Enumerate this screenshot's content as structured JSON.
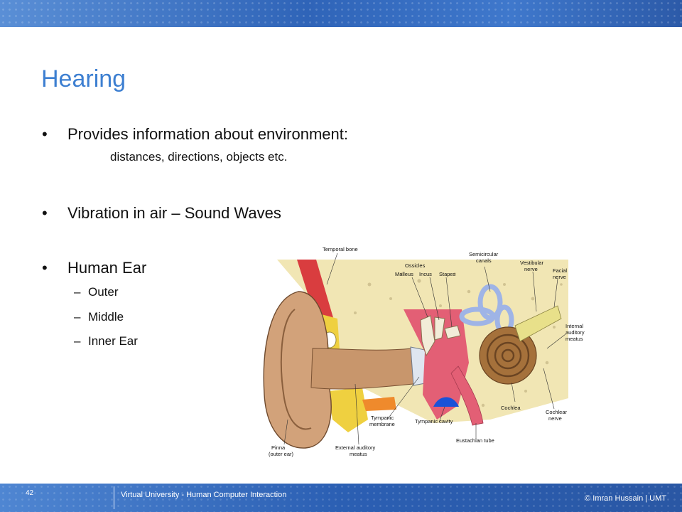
{
  "slide": {
    "title": "Hearing",
    "bullets": [
      {
        "text": "Provides information about environment:",
        "subline": "distances, directions, objects etc."
      },
      {
        "text": "Vibration in air – Sound Waves"
      },
      {
        "text": "Human Ear",
        "subitems": [
          "Outer",
          "Middle",
          "Inner Ear"
        ]
      }
    ],
    "bullet_glyph": "•",
    "dash_glyph": "–"
  },
  "figure": {
    "labels": {
      "temporal_bone": "Temporal bone",
      "ossicles": "Ossicles",
      "malleus": "Malleus",
      "incus": "Incus",
      "stapes": "Stapes",
      "semicircular_1": "Semicircular",
      "semicircular_2": "canals",
      "vestibular_1": "Vestibular",
      "vestibular_2": "nerve",
      "facial_1": "Facial",
      "facial_2": "nerve",
      "internal_1": "Internal",
      "internal_2": "auditory",
      "internal_3": "meatus",
      "cochlea": "Cochlea",
      "cochlear_1": "Cochlear",
      "cochlear_2": "nerve",
      "tympanic_1": "Tympanic",
      "tympanic_2": "membrane",
      "tympanic_cavity": "Tympanic cavity",
      "eustachian": "Eustachian tube",
      "pinna_1": "Pinna",
      "pinna_2": "(outer ear)",
      "external_1": "External auditory",
      "external_2": "meatus"
    }
  },
  "footer": {
    "page_number": "42",
    "course": "Virtual University - Human Computer Interaction",
    "copyright": "© Imran Hussain | UMT"
  },
  "colors": {
    "title": "#3d7fd1",
    "band": "#2f64b8",
    "ear_skin": "#d2a27a",
    "bone": "#f1e6b4",
    "fat": "#f0d245",
    "middle_ear": "#e35f75",
    "inner_canals": "#9fb4e6",
    "cochlea": "#a5713b",
    "nerve": "#e8e08a"
  }
}
